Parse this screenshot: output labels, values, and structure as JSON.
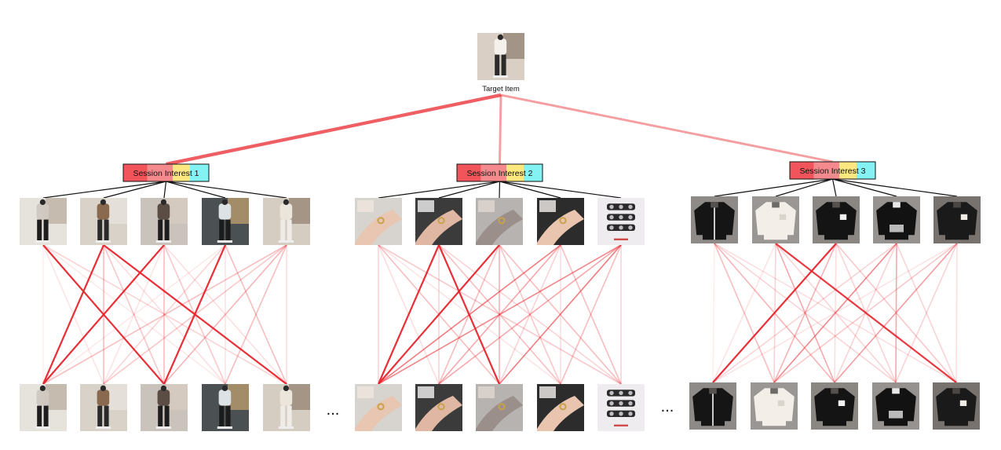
{
  "target": {
    "label": "Target Item",
    "thumb": {
      "icon": "person-outfit-photo",
      "palette": [
        "#d9cfc4",
        "#f4f1ec",
        "#2b2b2b",
        "#8a7b6e"
      ]
    }
  },
  "colors": {
    "edge": "#e8242c",
    "tree_line": "#111111",
    "interest_segments": [
      "#f2545b",
      "#f58a8e",
      "#fde780",
      "#84f2f2"
    ]
  },
  "ellipsis": "...",
  "sessions": [
    {
      "label": "Session Interest 1",
      "target_weight": 0.75,
      "thumbs": [
        {
          "icon": "person-outfit-photo",
          "palette": [
            "#e6e2dc",
            "#cfc9c2",
            "#1e1e1e",
            "#b8ab9b"
          ]
        },
        {
          "icon": "person-outfit-photo",
          "palette": [
            "#d8d2c8",
            "#8a6a4e",
            "#2a2a2a",
            "#e9e5df"
          ]
        },
        {
          "icon": "person-outfit-photo",
          "palette": [
            "#c9c3bc",
            "#5b4c44",
            "#1d1d1d",
            "#d8cdc2"
          ]
        },
        {
          "icon": "person-outfit-photo",
          "palette": [
            "#4b5152",
            "#dde3e4",
            "#1c1c1c",
            "#c9a774"
          ]
        },
        {
          "icon": "person-outfit-photo",
          "palette": [
            "#d5cdc2",
            "#ebe5dc",
            "#efece8",
            "#8f7d6c"
          ]
        }
      ],
      "links": [
        [
          0,
          0,
          0.08
        ],
        [
          0,
          1,
          0.12
        ],
        [
          0,
          2,
          0.95
        ],
        [
          0,
          3,
          0.1
        ],
        [
          0,
          4,
          0.2
        ],
        [
          1,
          0,
          0.95
        ],
        [
          1,
          1,
          0.3
        ],
        [
          1,
          2,
          0.25
        ],
        [
          1,
          3,
          0.15
        ],
        [
          1,
          4,
          0.95
        ],
        [
          2,
          0,
          0.95
        ],
        [
          2,
          1,
          0.12
        ],
        [
          2,
          2,
          0.3
        ],
        [
          2,
          3,
          0.25
        ],
        [
          2,
          4,
          0.15
        ],
        [
          3,
          0,
          0.1
        ],
        [
          3,
          1,
          0.2
        ],
        [
          3,
          2,
          0.95
        ],
        [
          3,
          3,
          0.12
        ],
        [
          3,
          4,
          0.3
        ],
        [
          4,
          0,
          0.3
        ],
        [
          4,
          1,
          0.25
        ],
        [
          4,
          2,
          0.35
        ],
        [
          4,
          3,
          0.3
        ],
        [
          4,
          4,
          0.15
        ]
      ]
    },
    {
      "label": "Session Interest 2",
      "target_weight": 0.3,
      "thumbs": [
        {
          "icon": "ring-hand-photo",
          "palette": [
            "#d7d3ce",
            "#e8c6b2",
            "#f0e6df",
            "#b9a89a"
          ]
        },
        {
          "icon": "ring-hand-photo",
          "palette": [
            "#3b3b3b",
            "#e0b7a3",
            "#f2f2f2",
            "#7a6f69"
          ]
        },
        {
          "icon": "ring-hand-photo",
          "palette": [
            "#b7b3b0",
            "#9a8f8b",
            "#ded7d2",
            "#3f3f44"
          ]
        },
        {
          "icon": "ring-hand-photo",
          "palette": [
            "#2c2c2c",
            "#e9c4ae",
            "#f4f0ec",
            "#8a8f95"
          ]
        },
        {
          "icon": "ring-box-photo",
          "palette": [
            "#efecef",
            "#2a2a2a",
            "#d44a4a",
            "#c0bcc4"
          ]
        }
      ],
      "links": [
        [
          0,
          0,
          0.2
        ],
        [
          0,
          1,
          0.15
        ],
        [
          0,
          2,
          0.3
        ],
        [
          0,
          3,
          0.12
        ],
        [
          0,
          4,
          0.25
        ],
        [
          1,
          0,
          0.95
        ],
        [
          1,
          1,
          0.2
        ],
        [
          1,
          2,
          0.95
        ],
        [
          1,
          3,
          0.3
        ],
        [
          1,
          4,
          0.2
        ],
        [
          2,
          0,
          0.95
        ],
        [
          2,
          1,
          0.3
        ],
        [
          2,
          2,
          0.35
        ],
        [
          2,
          3,
          0.25
        ],
        [
          2,
          4,
          0.3
        ],
        [
          3,
          0,
          0.6
        ],
        [
          3,
          1,
          0.4
        ],
        [
          3,
          2,
          0.2
        ],
        [
          3,
          3,
          0.15
        ],
        [
          3,
          4,
          0.3
        ],
        [
          4,
          0,
          0.55
        ],
        [
          4,
          1,
          0.4
        ],
        [
          4,
          2,
          0.6
        ],
        [
          4,
          3,
          0.3
        ],
        [
          4,
          4,
          0.2
        ]
      ]
    },
    {
      "label": "Session Interest 3",
      "target_weight": 0.3,
      "thumbs": [
        {
          "icon": "jacket-photo",
          "palette": [
            "#8e8a87",
            "#151515",
            "#c9c9c9",
            "#565250"
          ]
        },
        {
          "icon": "sweater-photo",
          "palette": [
            "#9a9693",
            "#f3efe8",
            "#d9d4cc",
            "#6e6a67"
          ]
        },
        {
          "icon": "sweater-photo",
          "palette": [
            "#8a8682",
            "#141414",
            "#f2f2f2",
            "#55514e"
          ]
        },
        {
          "icon": "hoodie-photo",
          "palette": [
            "#969290",
            "#121212",
            "#b9b9b9",
            "#e8e8e8"
          ]
        },
        {
          "icon": "sweater-photo",
          "palette": [
            "#77726e",
            "#1a1a1a",
            "#f1ede6",
            "#4a4643"
          ]
        }
      ],
      "links": [
        [
          0,
          0,
          0.08
        ],
        [
          0,
          1,
          0.3
        ],
        [
          0,
          2,
          0.35
        ],
        [
          0,
          3,
          0.2
        ],
        [
          0,
          4,
          0.15
        ],
        [
          1,
          0,
          0.12
        ],
        [
          1,
          1,
          0.2
        ],
        [
          1,
          2,
          0.4
        ],
        [
          1,
          3,
          0.2
        ],
        [
          1,
          4,
          0.9
        ],
        [
          2,
          0,
          0.95
        ],
        [
          2,
          1,
          0.35
        ],
        [
          2,
          2,
          0.15
        ],
        [
          2,
          3,
          0.2
        ],
        [
          2,
          4,
          0.25
        ],
        [
          3,
          0,
          0.2
        ],
        [
          3,
          1,
          0.55
        ],
        [
          3,
          2,
          0.2
        ],
        [
          3,
          3,
          0.4
        ],
        [
          3,
          4,
          0.2
        ],
        [
          4,
          0,
          0.12
        ],
        [
          4,
          1,
          0.25
        ],
        [
          4,
          2,
          0.45
        ],
        [
          4,
          3,
          0.2
        ],
        [
          4,
          4,
          0.15
        ]
      ]
    }
  ]
}
